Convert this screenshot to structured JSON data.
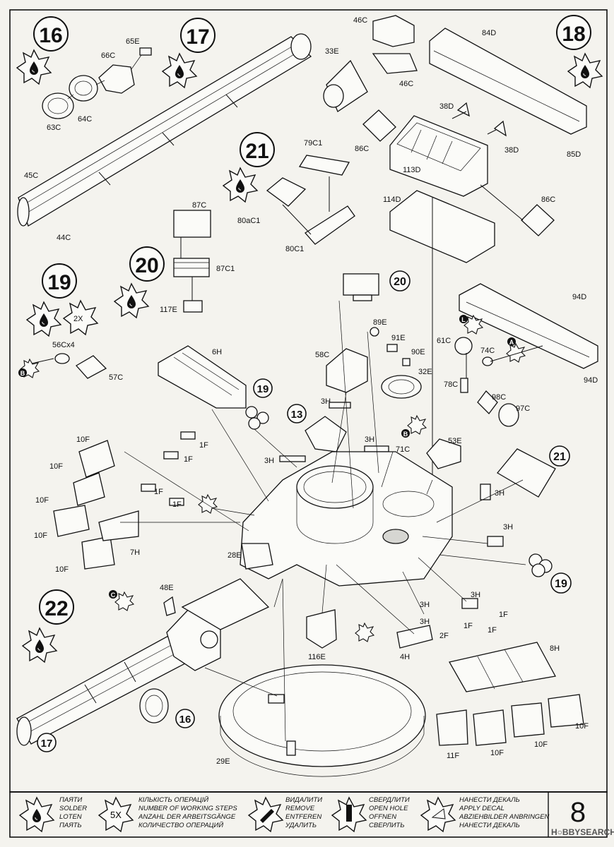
{
  "page_number": "8",
  "watermark": "H○BBYSEARCH",
  "steps": {
    "s16": "16",
    "s17": "17",
    "s18": "18",
    "s19": "19",
    "s20": "20",
    "s21": "21",
    "s22": "22",
    "c20": "20",
    "c19a": "19",
    "c13": "13",
    "c21": "21",
    "c19b": "19",
    "c16": "16",
    "c17": "17"
  },
  "badges": {
    "two_x": "2X",
    "L": "L",
    "A": "A",
    "B1": "B",
    "B2": "B",
    "C": "C"
  },
  "parts": {
    "p63C": "63C",
    "p64C": "64C",
    "p66C": "66C",
    "p65E": "65E",
    "p45C": "45C",
    "p44C": "44C",
    "p46C_top": "46C",
    "p46C_bot": "46C",
    "p33E": "33E",
    "p84D": "84D",
    "p85D": "85D",
    "p38D_a": "38D",
    "p38D_b": "38D",
    "p86C_a": "86C",
    "p113D": "113D",
    "p114D": "114D",
    "p86C_b": "86C",
    "p79C1": "79C1",
    "p80aC1": "80aC1",
    "p80C1": "80C1",
    "p87C": "87C",
    "p87C1": "87C1",
    "p117E": "117E",
    "p56Cx4": "56Cx4",
    "p57C": "57C",
    "p94D_a": "94D",
    "p94D_b": "94D",
    "p89E": "89E",
    "p91E": "91E",
    "p90E": "90E",
    "p32E": "32E",
    "p58C": "58C",
    "p61C": "61C",
    "p74C": "74C",
    "p78C": "78C",
    "p98C": "98C",
    "p97C": "97C",
    "p6H": "6H",
    "p3H_a": "3H",
    "p3H_b": "3H",
    "p3H_c": "3H",
    "p3H_d": "3H",
    "p3H_e": "3H",
    "p3H_f": "3H",
    "p3H_g": "3H",
    "p3H_h": "3H",
    "p71C": "71C",
    "p53E": "53E",
    "p10F_a": "10F",
    "p10F_b": "10F",
    "p10F_c": "10F",
    "p10F_d": "10F",
    "p10F_e": "10F",
    "p1F_a": "1F",
    "p1F_b": "1F",
    "p1F_c": "1F",
    "p1F_d": "1F",
    "p7H": "7H",
    "p28E": "28E",
    "p48E": "48E",
    "p116E": "116E",
    "p4H": "4H",
    "p2F": "2F",
    "p1F_e": "1F",
    "p1F_f": "1F",
    "p1F_g": "1F",
    "p8H": "8H",
    "p11F": "11F",
    "p10F_f": "10F",
    "p10F_g": "10F",
    "p10F_h": "10F",
    "p29E": "29E"
  },
  "legend": [
    {
      "icon": "solder-icon",
      "lines": [
        "ПАЯТИ",
        "SOLDER",
        "LOTEN",
        "ПАЯТЬ"
      ]
    },
    {
      "icon": "working-steps-icon",
      "mark": "5X",
      "lines": [
        "КІЛЬКІСТЬ ОПЕРАЦІЙ",
        "NUMBER OF WORKING STEPS",
        "ANZAHL DER ARBEITSGÄNGE",
        "КОЛИЧЕСТВО ОПЕРАЦИЙ"
      ]
    },
    {
      "icon": "remove-icon",
      "lines": [
        "ВИДАЛИТИ",
        "REMOVE",
        "ENTFEREN",
        "УДАЛИТЬ"
      ]
    },
    {
      "icon": "drill-icon",
      "lines": [
        "СВЕРДЛИТИ",
        "OPEN HOLE",
        "OFFNEN",
        "СВЕРЛИТЬ"
      ]
    },
    {
      "icon": "decal-icon",
      "lines": [
        "НАНЕСТИ ДЕКАЛЬ",
        "APPLY DECAL",
        "ABZIEHBILDER ANBRINGEN",
        "НАНЕСТИ ДЕКАЛЬ"
      ]
    }
  ]
}
